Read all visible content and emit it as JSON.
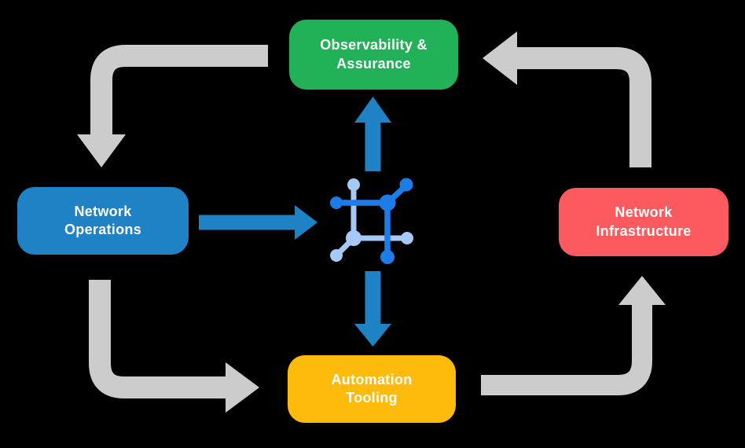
{
  "diagram": {
    "background_color": "#000000",
    "nodes": [
      {
        "id": "observability-assurance",
        "label": "Observability &\nAssurance",
        "color": "#22B158",
        "text_color": "#FFFFFF",
        "position": "top-center"
      },
      {
        "id": "network-operations",
        "label": "Network\nOperations",
        "color": "#1F82C4",
        "text_color": "#FFFFFF",
        "position": "middle-left"
      },
      {
        "id": "network-infrastructure",
        "label": "Network\nInfrastructure",
        "color": "#FC5A5F",
        "text_color": "#FFFFFF",
        "position": "middle-right"
      },
      {
        "id": "automation-tooling",
        "label": "Automation\nTooling",
        "color": "#FFBB0C",
        "text_color": "#FFFFFF",
        "position": "bottom-center"
      }
    ],
    "center_icon": {
      "name": "network-hub-icon",
      "dark_color": "#1E7CE8",
      "light_color": "#A6C9F6"
    },
    "arrows": {
      "cycle_color": "#CCCCCC",
      "hub_color": "#1F82C4",
      "cycle_edges": [
        {
          "from": "observability-assurance",
          "to": "network-operations"
        },
        {
          "from": "network-operations",
          "to": "automation-tooling"
        },
        {
          "from": "automation-tooling",
          "to": "network-infrastructure"
        },
        {
          "from": "network-infrastructure",
          "to": "observability-assurance"
        }
      ],
      "hub_edges": [
        {
          "from": "network-operations",
          "to": "center-icon"
        },
        {
          "from": "center-icon",
          "to": "observability-assurance"
        },
        {
          "from": "center-icon",
          "to": "automation-tooling"
        }
      ]
    }
  }
}
